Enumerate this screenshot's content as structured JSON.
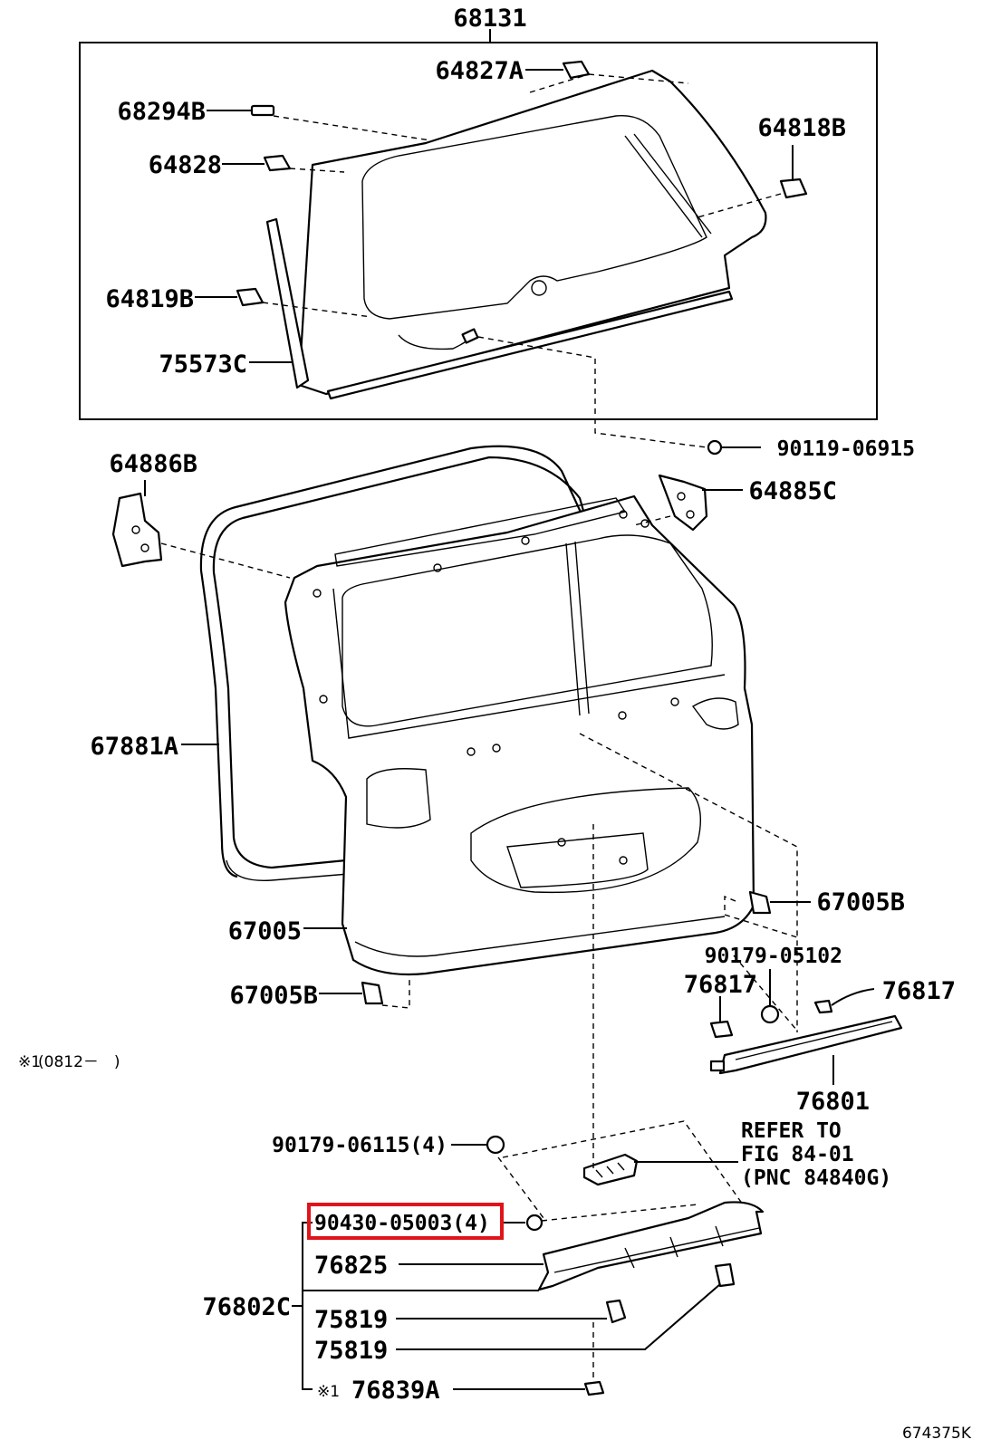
{
  "labels": {
    "p68131": "68131",
    "p64827A": "64827A",
    "p68294B": "68294B",
    "p64818B": "64818B",
    "p64828": "64828",
    "p64819B": "64819B",
    "p75573C": "75573C",
    "p90119_06915": "90119-06915",
    "p64886B": "64886B",
    "p64885C": "64885C",
    "p67881A": "67881A",
    "p67005B_right": "67005B",
    "p67005": "67005",
    "p90179_05102": "90179-05102",
    "p76817_left": "76817",
    "p76817_right": "76817",
    "p67005B_left": "67005B",
    "p76801": "76801",
    "p90179_06115": "90179-06115(4)",
    "refer_line1": "REFER TO",
    "refer_line2": "FIG 84-01",
    "refer_line3": "(PNC 84840G)",
    "p90430_05003": "90430-05003(4)",
    "p76825": "76825",
    "p76802C": "76802C",
    "p75819_a": "75819",
    "p75819_b": "75819",
    "p76839A_mark": "※1",
    "p76839A": "76839A"
  },
  "note": {
    "mark": "※1",
    "text": "(0812－　)"
  },
  "diagram_code": "674375K",
  "colors": {
    "line": "#000000",
    "highlight": "#e0141a",
    "background": "#ffffff"
  }
}
